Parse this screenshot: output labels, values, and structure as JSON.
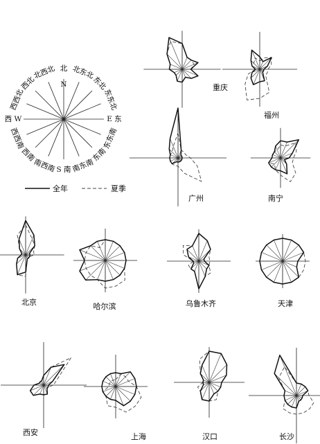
{
  "compass": {
    "labels": [
      "北",
      "北东北",
      "东北",
      "东东北",
      "E 东",
      "东东南",
      "东南",
      "南东南",
      "S 南",
      "南西南",
      "西南",
      "西西南",
      "西 W",
      "西西北",
      "西北",
      "北西北"
    ],
    "north_letter": "N"
  },
  "legend": {
    "annual_label": "全年",
    "summer_label": "夏季"
  },
  "cities": [
    {
      "name": "重庆",
      "annual": [
        6,
        3,
        3,
        4,
        2,
        4,
        3,
        2,
        3,
        3,
        2,
        2,
        3,
        3,
        5,
        8
      ],
      "summer": [
        6,
        3,
        3,
        3,
        2,
        4,
        3,
        2,
        3,
        3,
        2,
        2,
        3,
        3,
        5,
        7
      ]
    },
    {
      "name": "福州",
      "annual": [
        3,
        2,
        4,
        2,
        1,
        1,
        1,
        3,
        3,
        4,
        3,
        2,
        1,
        2,
        3,
        5
      ],
      "summer": [
        2,
        3,
        4,
        3,
        2,
        2,
        2,
        6,
        7,
        8,
        5,
        3,
        1,
        2,
        2,
        3
      ]
    },
    {
      "name": "广州",
      "annual": [
        12,
        2,
        1,
        1,
        1,
        1,
        1,
        1,
        1,
        1,
        2,
        2,
        2,
        2,
        3,
        5
      ],
      "summer": [
        6,
        2,
        2,
        2,
        3,
        5,
        8,
        4,
        2,
        2,
        2,
        2,
        2,
        2,
        2,
        3
      ]
    },
    {
      "name": "南宁",
      "annual": [
        4,
        4,
        6,
        3,
        2,
        1,
        2,
        4,
        3,
        3,
        3,
        3,
        2,
        2,
        2,
        3
      ],
      "summer": [
        3,
        3,
        5,
        4,
        3,
        3,
        5,
        6,
        4,
        3,
        2,
        3,
        2,
        2,
        2,
        2
      ]
    },
    {
      "name": "北京",
      "annual": [
        8,
        5,
        3,
        1,
        1,
        1,
        1,
        1,
        4,
        5,
        3,
        2,
        1,
        1,
        2,
        4
      ],
      "summer": [
        7,
        4,
        3,
        2,
        2,
        1,
        1,
        1,
        5,
        5,
        3,
        2,
        1,
        1,
        2,
        5
      ]
    },
    {
      "name": "哈尔滨",
      "annual": [
        3,
        3,
        3,
        3,
        3,
        3,
        3,
        3,
        3,
        3,
        4,
        4,
        3,
        4,
        3,
        3
      ],
      "summer": [
        3,
        3,
        3,
        3,
        3,
        3,
        4,
        4,
        4,
        3,
        3,
        3,
        3,
        3,
        3,
        2
      ]
    },
    {
      "name": "乌鲁木齐",
      "annual": [
        5,
        4,
        3,
        1,
        1,
        2,
        2,
        3,
        5,
        2,
        2,
        1,
        1,
        2,
        3,
        3
      ],
      "summer": [
        5,
        4,
        3,
        2,
        2,
        2,
        3,
        3,
        5,
        2,
        2,
        2,
        1,
        3,
        4,
        3
      ]
    },
    {
      "name": "天津",
      "annual": [
        3,
        3,
        3,
        3,
        2,
        2,
        3,
        3,
        3,
        3,
        3,
        3,
        3,
        3,
        3,
        3
      ],
      "summer": [
        3,
        3,
        3,
        3,
        3,
        3,
        3,
        3,
        3,
        3,
        3,
        3,
        3,
        3,
        3,
        3
      ]
    },
    {
      "name": "西安",
      "annual": [
        2,
        4,
        6,
        2,
        1,
        1,
        1,
        2,
        2,
        2,
        3,
        3,
        2,
        1,
        1,
        1
      ],
      "summer": [
        2,
        4,
        8,
        3,
        2,
        1,
        1,
        2,
        2,
        2,
        3,
        3,
        2,
        1,
        1,
        1
      ]
    },
    {
      "name": "上海",
      "annual": [
        2,
        2,
        3,
        3,
        3,
        3,
        3,
        3,
        2,
        2,
        2,
        2,
        2,
        2,
        2,
        2
      ],
      "summer": [
        1,
        2,
        2,
        2,
        3,
        4,
        4,
        4,
        3,
        3,
        2,
        2,
        1,
        1,
        1,
        1
      ]
    },
    {
      "name": "汉口",
      "annual": [
        5,
        5,
        4,
        3,
        2,
        2,
        2,
        2,
        3,
        3,
        2,
        1,
        1,
        1,
        2,
        3
      ],
      "summer": [
        5,
        5,
        4,
        3,
        2,
        2,
        2,
        3,
        3,
        3,
        2,
        2,
        1,
        1,
        2,
        4
      ]
    },
    {
      "name": "长沙",
      "annual": [
        2,
        2,
        2,
        2,
        1,
        1,
        1,
        1,
        2,
        2,
        2,
        2,
        2,
        2,
        5,
        7
      ],
      "summer": [
        2,
        2,
        2,
        2,
        2,
        3,
        3,
        3,
        3,
        3,
        3,
        2,
        2,
        2,
        4,
        5
      ]
    }
  ]
}
